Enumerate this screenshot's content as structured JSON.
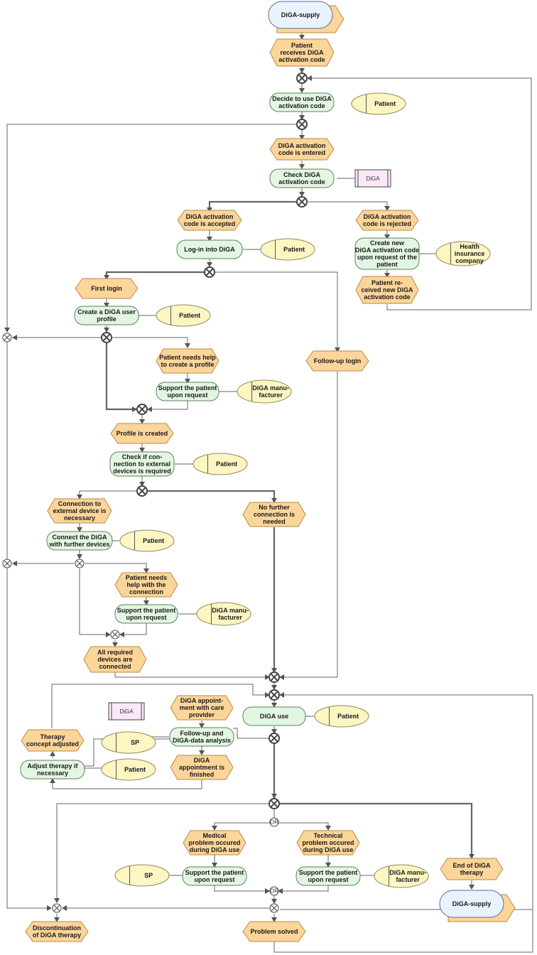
{
  "nodes": {
    "supply_start": "DiGA-supply",
    "ev_receives_code": [
      "Patient",
      "receives DiGA",
      "activation code"
    ],
    "fn_decide": [
      "Decide to use DiGA",
      "activation code"
    ],
    "role_patient_1": "Patient",
    "ev_code_entered": [
      "DiGA activation",
      "code is entered"
    ],
    "fn_check_code": [
      "Check DiGA",
      "activation code"
    ],
    "sys_diga_1": "DiGA",
    "ev_code_accepted": [
      "DiGA activation",
      "code is accepted"
    ],
    "ev_code_rejected": [
      "DiGA activation",
      "code is rejected"
    ],
    "fn_login": "Log-in into DiGA",
    "role_patient_2": "Patient",
    "fn_create_new_code": [
      "Create new",
      "DiGA activation code",
      "upon request of the",
      "patient"
    ],
    "role_health_insurance": [
      "Health",
      "insurance",
      "company"
    ],
    "ev_received_new_code": [
      "Patient re-",
      "ceived new DiGA",
      "activation code"
    ],
    "ev_first_login": "First login",
    "fn_create_profile": [
      "Create a DiGA user",
      "profile"
    ],
    "role_patient_3": "Patient",
    "ev_help_profile": [
      "Patient needs help",
      "to create a profile"
    ],
    "fn_support_1": [
      "Support the patient",
      "upon request"
    ],
    "role_manufacturer_1": [
      "DiGA manu-",
      "facturer"
    ],
    "ev_followup_login": "Follow-up login",
    "ev_profile_created": "Profile is created",
    "fn_check_connection": [
      "Check if con-",
      "nection to external",
      "devices is required"
    ],
    "role_patient_4": "Patient",
    "ev_connection_necessary": [
      "Connection to",
      "external device is",
      "necessary"
    ],
    "ev_no_connection": [
      "No further",
      "connection is",
      "needed"
    ],
    "fn_connect_devices": [
      "Connect the DiGA",
      "with further devices"
    ],
    "role_patient_5": "Patient",
    "ev_help_connection": [
      "Patient needs",
      "help with the",
      "connection"
    ],
    "fn_support_2": [
      "Support the patient",
      "upon request"
    ],
    "role_manufacturer_2": [
      "DiGA manu-",
      "facturer"
    ],
    "ev_devices_connected": [
      "All required",
      "devices are",
      "connected"
    ],
    "sys_diga_2": "DiGA",
    "ev_appointment": [
      "DiGA appoint-",
      "ment with care",
      "provider"
    ],
    "fn_diga_use": "DiGA use",
    "role_patient_6": "Patient",
    "ev_therapy_adjusted": [
      "Therapy",
      "concept adjusted"
    ],
    "role_sp_1": "SP",
    "fn_followup_analysis": [
      "Follow-up and",
      "DiGA-data analysis"
    ],
    "fn_adjust_therapy": [
      "Adjust therapy if",
      "necessary"
    ],
    "role_patient_7": "Patient",
    "ev_appointment_finished": [
      "DiGA",
      "appointment is",
      "finished"
    ],
    "gw_or_1": "OR",
    "ev_medical_problem": [
      "Medical",
      "problem occured",
      "during DiGA use"
    ],
    "ev_technical_problem": [
      "Technical",
      "problem occured",
      "during DiGA use"
    ],
    "ev_end_therapy": [
      "End of DiGA",
      "therapy"
    ],
    "role_sp_2": "SP",
    "fn_support_3": [
      "Support the patient",
      "upon request"
    ],
    "fn_support_4": [
      "Support the patient",
      "upon request"
    ],
    "role_manufacturer_3": [
      "DiGA manu-",
      "facturer"
    ],
    "gw_or_2": "OR",
    "supply_end": "DiGA-supply",
    "ev_discontinuation": [
      "Discontinuation",
      "of DiGA therapy"
    ],
    "ev_problem_solved": "Problem solved"
  },
  "colors": {
    "event_fill": "#fbd59a",
    "event_stroke": "#b98a42",
    "function_fill": "#e3f6e3",
    "function_stroke": "#5e7f5e",
    "role_fill": "#fdf6c3",
    "role_stroke": "#8f8a58",
    "system_fill": "#fbe8f7",
    "supply_fill": "#e9f2ff",
    "supply_stroke": "#5b6b8a",
    "line": "#555555"
  }
}
